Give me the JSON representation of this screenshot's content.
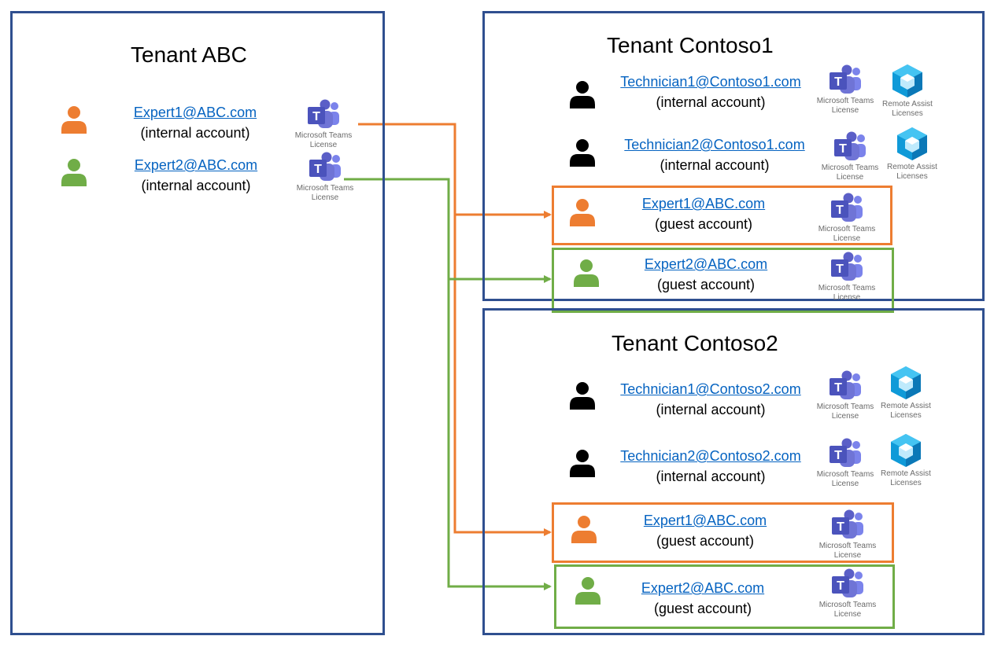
{
  "colors": {
    "tenant_border": "#2f4f8f",
    "orange": "#ed7d31",
    "green": "#70ad47",
    "link": "#0563c1",
    "internal_user": "#000000",
    "teams_purple": "#5b5fc7",
    "remote_assist_blue": "#0f9ad8"
  },
  "icons": {
    "user": "person-silhouette",
    "teams": "microsoft-teams-logo",
    "remote_assist": "remote-assist-cube"
  },
  "license_labels": {
    "teams_line1": "Microsoft Teams",
    "teams_line2": "License",
    "remote_assist_line1": "Remote Assist",
    "remote_assist_line2": "Licenses"
  },
  "tenants": {
    "abc": {
      "title": "Tenant ABC",
      "users": [
        {
          "email": "Expert1@ABC.com",
          "account": "(internal account)",
          "color": "orange"
        },
        {
          "email": "Expert2@ABC.com",
          "account": "(internal account)",
          "color": "green"
        }
      ]
    },
    "contoso1": {
      "title": "Tenant Contoso1",
      "users": [
        {
          "email": "Technician1@Contoso1.com",
          "account": "(internal account)",
          "color": "black"
        },
        {
          "email": "Technician2@Contoso1.com",
          "account": "(internal account)",
          "color": "black"
        },
        {
          "email": "Expert1@ABC.com",
          "account": "(guest account)",
          "color": "orange"
        },
        {
          "email": "Expert2@ABC.com",
          "account": "(guest account)",
          "color": "green"
        }
      ]
    },
    "contoso2": {
      "title": "Tenant Contoso2",
      "users": [
        {
          "email": "Technician1@Contoso2.com",
          "account": "(internal account)",
          "color": "black"
        },
        {
          "email": "Technician2@Contoso2.com",
          "account": "(internal account)",
          "color": "black"
        },
        {
          "email": "Expert1@ABC.com",
          "account": "(guest account)",
          "color": "orange"
        },
        {
          "email": "Expert2@ABC.com",
          "account": "(guest account)",
          "color": "green"
        }
      ]
    }
  }
}
